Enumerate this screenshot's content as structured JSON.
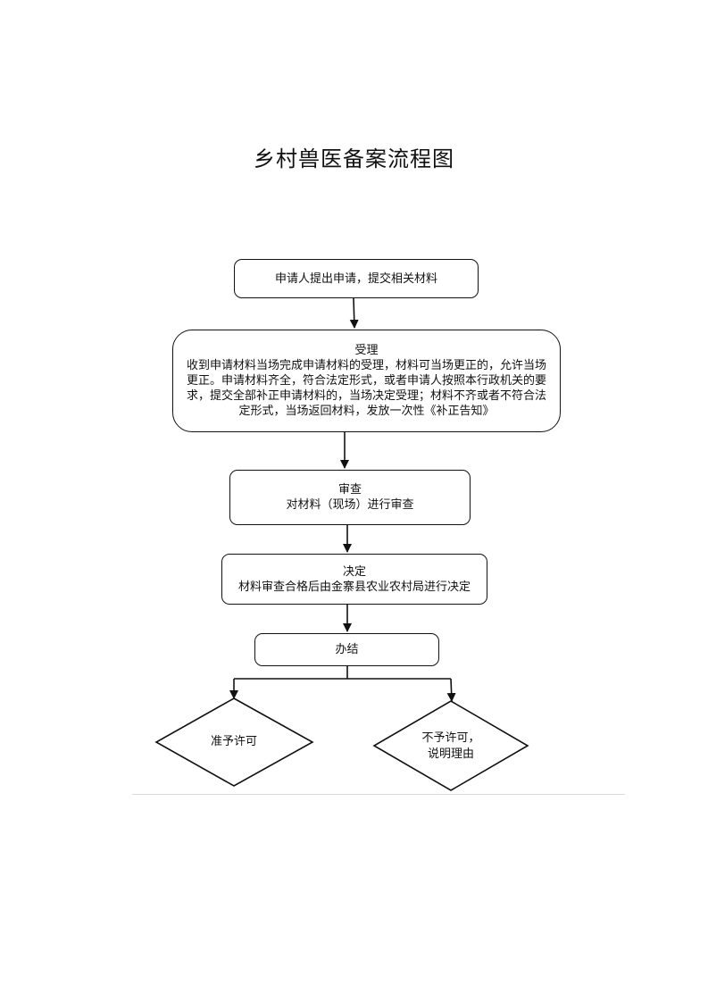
{
  "document": {
    "title": "乡村兽医备案流程图"
  },
  "flow": {
    "step1": {
      "text": "申请人提出申请，提交相关材料"
    },
    "step2": {
      "heading": "受理",
      "body": "收到申请材料当场完成申请材料的受理，材料可当场更正的，允许当场更正。申请材料齐全，符合法定形式，或者申请人按照本行政机关的要求，提交全部补正申请材料的，当场决定受理；材料不齐或者不符合法定形式，当场返回材料，发放一次性《补正告知》"
    },
    "step3": {
      "heading": "审查",
      "body": "对材料（现场）进行审查"
    },
    "step4": {
      "heading": "决定",
      "body": "材料审查合格后由金寨县农业农村局进行决定"
    },
    "step5": {
      "text": "办结"
    },
    "outcome_left": {
      "text": "准予许可"
    },
    "outcome_right": {
      "line1": "不予许可，",
      "line2": "说明理由"
    }
  }
}
